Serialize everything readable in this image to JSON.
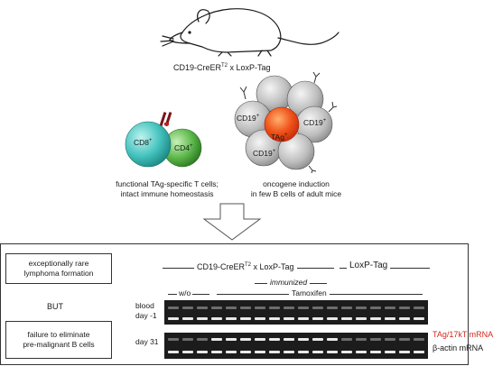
{
  "mouse_label": {
    "base": "CD19-CreER",
    "sup": "T2",
    "rest": " x LoxP-Tag"
  },
  "tcells": {
    "cd8": {
      "base": "CD8",
      "sup": "+"
    },
    "cd4": {
      "base": "CD4",
      "sup": "+"
    },
    "caption_line1": "functional TAg-specific T cells;",
    "caption_line2": "intact immune homeostasis"
  },
  "bcells": {
    "cd19_a": {
      "base": "CD19",
      "sup": "+"
    },
    "cd19_b": {
      "base": "CD19",
      "sup": "+"
    },
    "cd19_c": {
      "base": "CD19",
      "sup": "+"
    },
    "tag": {
      "base": "TAg",
      "sup": "+"
    },
    "caption_line1": "oncogene induction",
    "caption_line2": "in few B cells of adult mice"
  },
  "left_panel": {
    "box1_line1": "exceptionally rare",
    "box1_line2": "lymphoma formation",
    "but": "BUT",
    "box2_line1": "failure to eliminate",
    "box2_line2": "pre-malignant B cells"
  },
  "gel_header": {
    "group1": {
      "base": "CD19-CreER",
      "sup": "T2",
      "rest": " x LoxP-Tag"
    },
    "group2": "LoxP-Tag",
    "immunized": "immunized",
    "wo": "w/o",
    "tamoxifen": "Tamoxifen"
  },
  "gel_rows": {
    "blood_line1": "blood",
    "blood_line2": "day -1",
    "day31": "day 31"
  },
  "gel_legend": {
    "tag_mrna": "TAg/17kT mRNA",
    "actin_mrna": "β-actin mRNA",
    "tag_color": "#d4281e"
  }
}
